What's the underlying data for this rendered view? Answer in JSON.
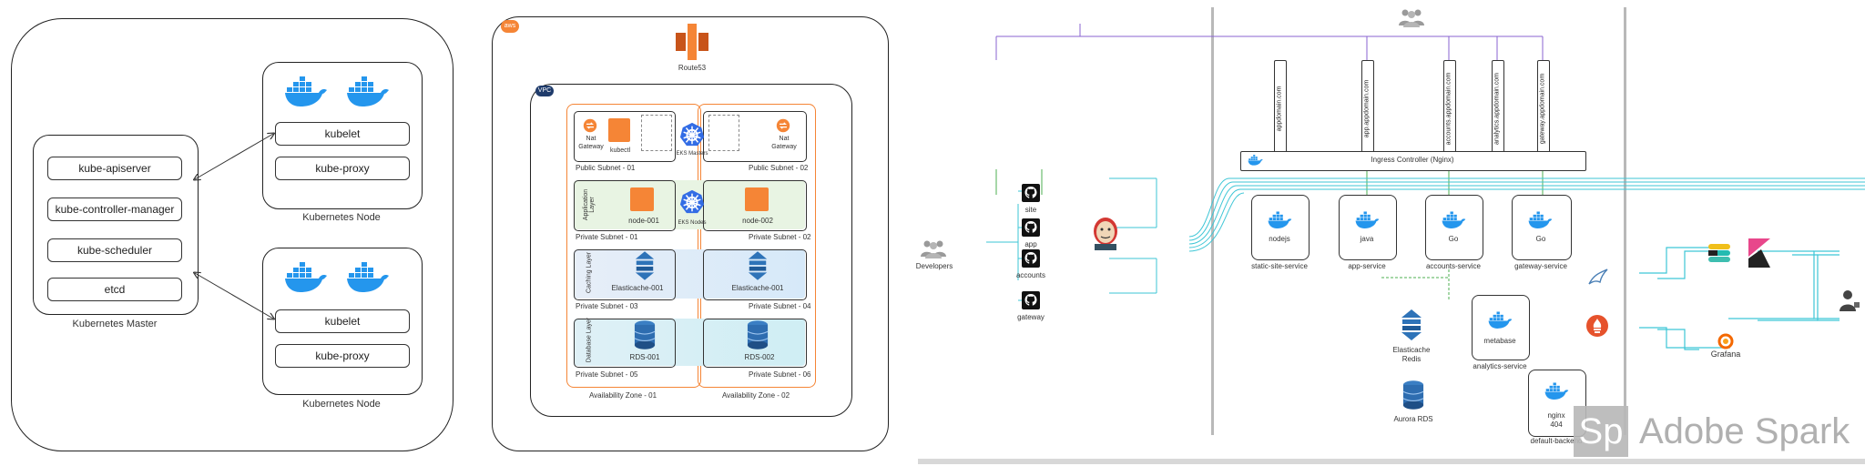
{
  "k8s": {
    "master": {
      "label": "Kubernetes Master",
      "components": [
        "kube-apiserver",
        "kube-controller-manager",
        "kube-scheduler",
        "etcd"
      ]
    },
    "nodes": [
      {
        "label": "Kubernetes Node",
        "components": [
          "kubelet",
          "kube-proxy"
        ]
      },
      {
        "label": "Kubernetes Node",
        "components": [
          "kubelet",
          "kube-proxy"
        ]
      }
    ]
  },
  "aws": {
    "cloud_badge": "aws",
    "route53": "Route53",
    "vpc_badge": "VPC",
    "nat_left": "Nat Gateway",
    "nat_right": "Nat Gateway",
    "kubectl": "kubectl",
    "eks_masters": "EKS Masters",
    "eks_nodes": "EKS Nodes",
    "layers": [
      "Application Layer",
      "Caching Layer",
      "Database Layer"
    ],
    "node_left": "node-001",
    "node_right": "node-002",
    "cache_left": "Elasticache-001",
    "cache_right": "Elasticache-001",
    "rds_left": "RDS-001",
    "rds_right": "RDS-002",
    "subnets_left": [
      "Public Subnet - 01",
      "Private Subnet - 01",
      "Private Subnet - 03",
      "Private Subnet - 05"
    ],
    "subnets_right": [
      "Public Subnet - 02",
      "Private Subnet - 02",
      "Private Subnet - 04",
      "Private Subnet - 06"
    ],
    "zone_left": "Availability Zone - 01",
    "zone_right": "Availability Zone - 02"
  },
  "flow": {
    "developers": "Developers",
    "repos": [
      "site",
      "app",
      "accounts",
      "gateway"
    ],
    "domains": [
      "appdomain.com",
      "app.appdomain.com",
      "accounts.appdomain.com",
      "analytics.appdomain.com",
      "gateway.appdomain.com"
    ],
    "ingress": "Ingress Controller (Nginx)",
    "services": [
      {
        "tech": "nodejs",
        "name": "static-site-service"
      },
      {
        "tech": "java",
        "name": "app-service"
      },
      {
        "tech": "Go",
        "name": "accounts-service"
      },
      {
        "tech": "Go",
        "name": "gateway-service"
      }
    ],
    "elasticache": "Elasticache Redis",
    "metabase": "metabase",
    "analytics_service": "analytics-service",
    "aurora": "Aurora RDS",
    "nginx": "nginx 404",
    "default_backend": "default-backend"
  },
  "monitor": {
    "grafana": "Grafana"
  },
  "watermark": {
    "logo": "Sp",
    "text": "Adobe Spark"
  },
  "colors": {
    "docker": "#2496ed",
    "aws_orange": "#f58536",
    "k8s_blue": "#326ce5",
    "teal": "#3ec6d6",
    "purple": "#8a63d2",
    "green": "#4caf50",
    "prometheus": "#e6522c",
    "grafana": "#f46800"
  }
}
